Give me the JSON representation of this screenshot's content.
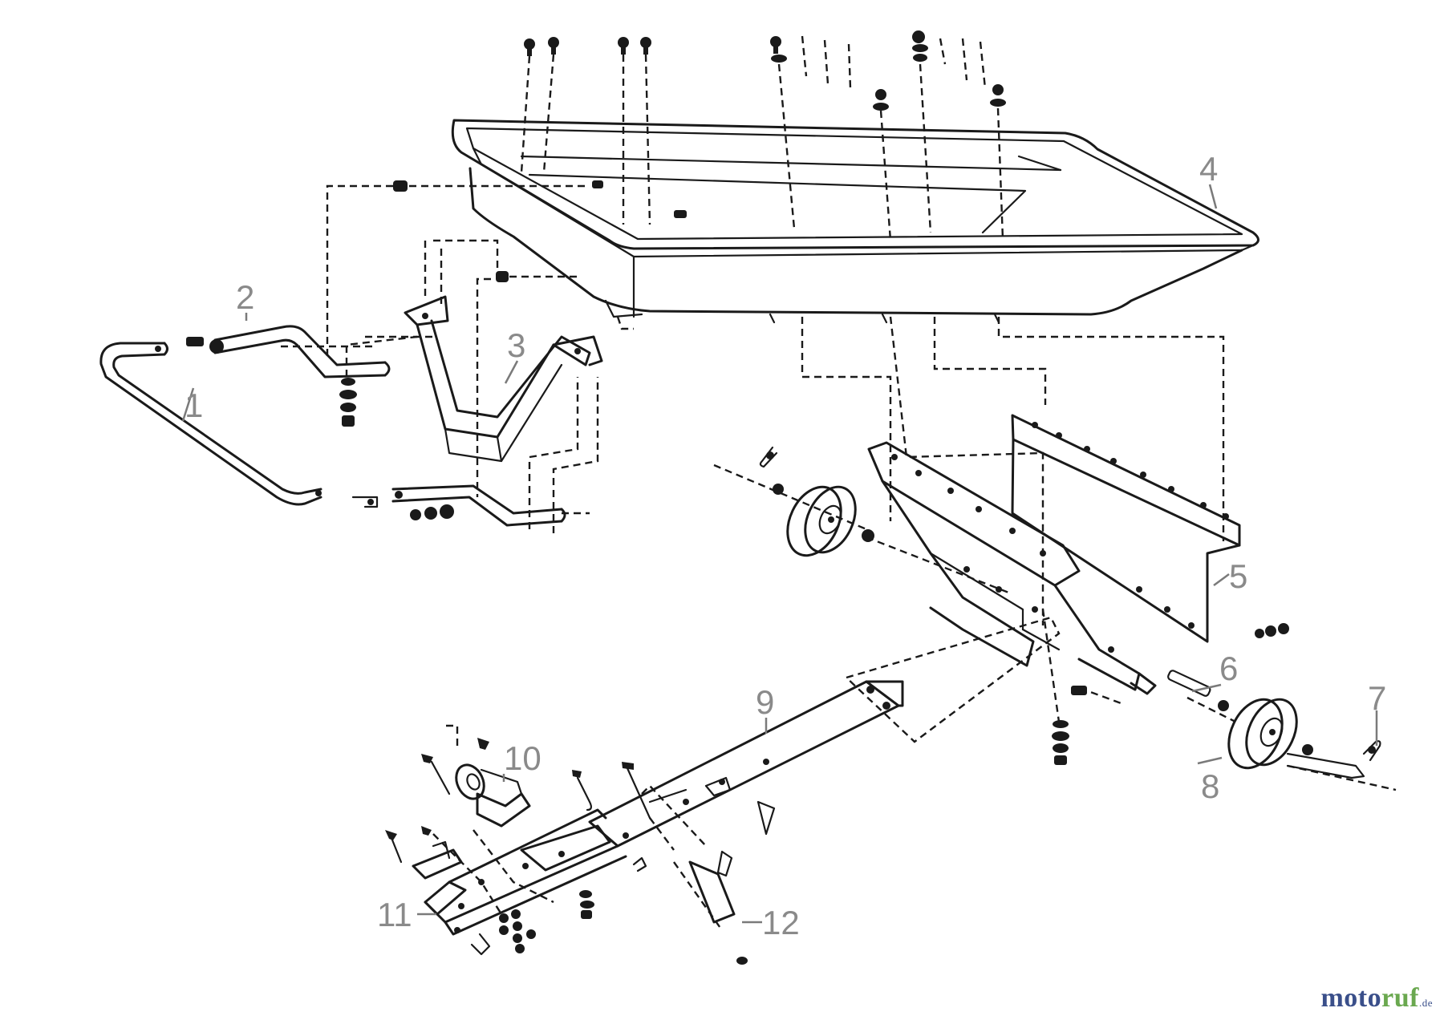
{
  "diagram": {
    "callouts": [
      "1",
      "2",
      "3",
      "4",
      "5",
      "6",
      "7",
      "8",
      "9",
      "10",
      "11",
      "12"
    ]
  },
  "branding": {
    "logo_part1": "moto",
    "logo_part2": "ruf",
    "logo_suffix": ".de"
  }
}
